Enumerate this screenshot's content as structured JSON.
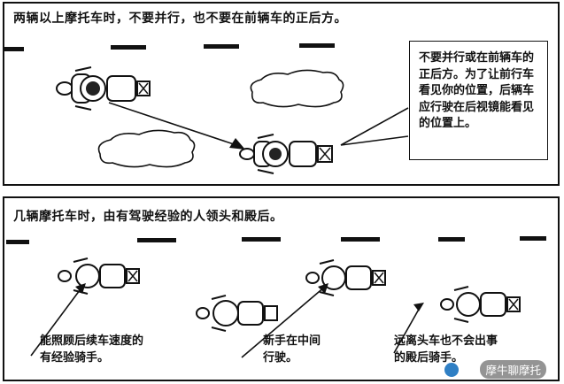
{
  "panel_top": {
    "heading": "两辆以上摩托车时，不要并行，也不要在前辆车的正后方。",
    "callout": "不要并行或在前辆车的正后方。为了让前行车看见你的位置，后辆车应行驶在后视镜能看见的位置上。"
  },
  "panel_bottom": {
    "heading": "几辆摩托车时，由有驾驶经验的人领头和殿后。",
    "caption_left_1": "能照顾后续车速度的",
    "caption_left_2": "有经验骑手。",
    "caption_mid_1": "新手在中间",
    "caption_mid_2": "行驶。",
    "caption_right_1": "远离头车也不会出事",
    "caption_right_2": "的殿后骑手。"
  },
  "watermark": {
    "text": "摩牛聊摩托"
  }
}
